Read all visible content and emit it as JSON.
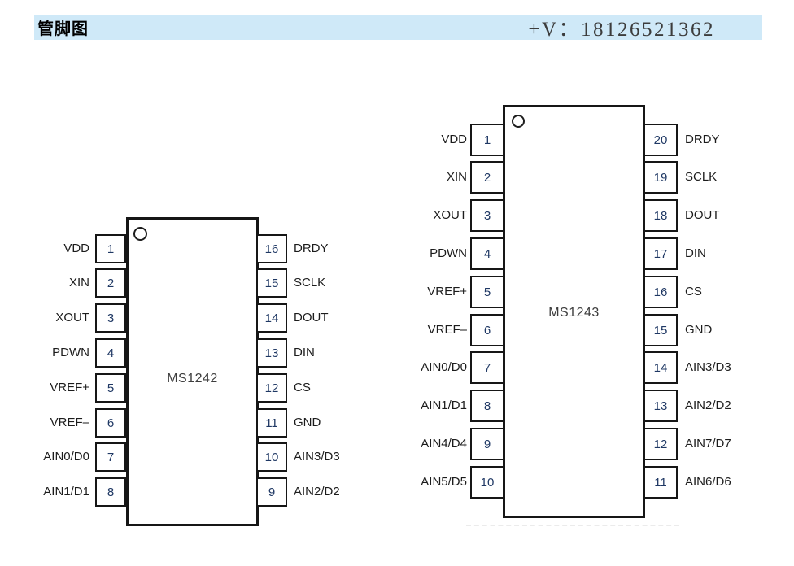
{
  "header": {
    "title": "管脚图",
    "contact": "+V：18126521362"
  },
  "colors": {
    "header_bar": "#cfe9f8",
    "pin_number": "#1f3864",
    "outline": "#161616"
  },
  "chips": [
    {
      "name": "MS1242",
      "left_pins": [
        {
          "num": "1",
          "label": "VDD"
        },
        {
          "num": "2",
          "label": "XIN"
        },
        {
          "num": "3",
          "label": "XOUT"
        },
        {
          "num": "4",
          "label": "PDWN"
        },
        {
          "num": "5",
          "label": "VREF+"
        },
        {
          "num": "6",
          "label": "VREF–"
        },
        {
          "num": "7",
          "label": "AIN0/D0"
        },
        {
          "num": "8",
          "label": "AIN1/D1"
        }
      ],
      "right_pins": [
        {
          "num": "16",
          "label": "DRDY"
        },
        {
          "num": "15",
          "label": "SCLK"
        },
        {
          "num": "14",
          "label": "DOUT"
        },
        {
          "num": "13",
          "label": "DIN"
        },
        {
          "num": "12",
          "label": "CS"
        },
        {
          "num": "11",
          "label": "GND"
        },
        {
          "num": "10",
          "label": "AIN3/D3"
        },
        {
          "num": "9",
          "label": "AIN2/D2"
        }
      ]
    },
    {
      "name": "MS1243",
      "left_pins": [
        {
          "num": "1",
          "label": "VDD"
        },
        {
          "num": "2",
          "label": "XIN"
        },
        {
          "num": "3",
          "label": "XOUT"
        },
        {
          "num": "4",
          "label": "PDWN"
        },
        {
          "num": "5",
          "label": "VREF+"
        },
        {
          "num": "6",
          "label": "VREF–"
        },
        {
          "num": "7",
          "label": "AIN0/D0"
        },
        {
          "num": "8",
          "label": "AIN1/D1"
        },
        {
          "num": "9",
          "label": "AIN4/D4"
        },
        {
          "num": "10",
          "label": "AIN5/D5"
        }
      ],
      "right_pins": [
        {
          "num": "20",
          "label": "DRDY"
        },
        {
          "num": "19",
          "label": "SCLK"
        },
        {
          "num": "18",
          "label": "DOUT"
        },
        {
          "num": "17",
          "label": "DIN"
        },
        {
          "num": "16",
          "label": "CS"
        },
        {
          "num": "15",
          "label": "GND"
        },
        {
          "num": "14",
          "label": "AIN3/D3"
        },
        {
          "num": "13",
          "label": "AIN2/D2"
        },
        {
          "num": "12",
          "label": "AIN7/D7"
        },
        {
          "num": "11",
          "label": "AIN6/D6"
        }
      ]
    }
  ]
}
